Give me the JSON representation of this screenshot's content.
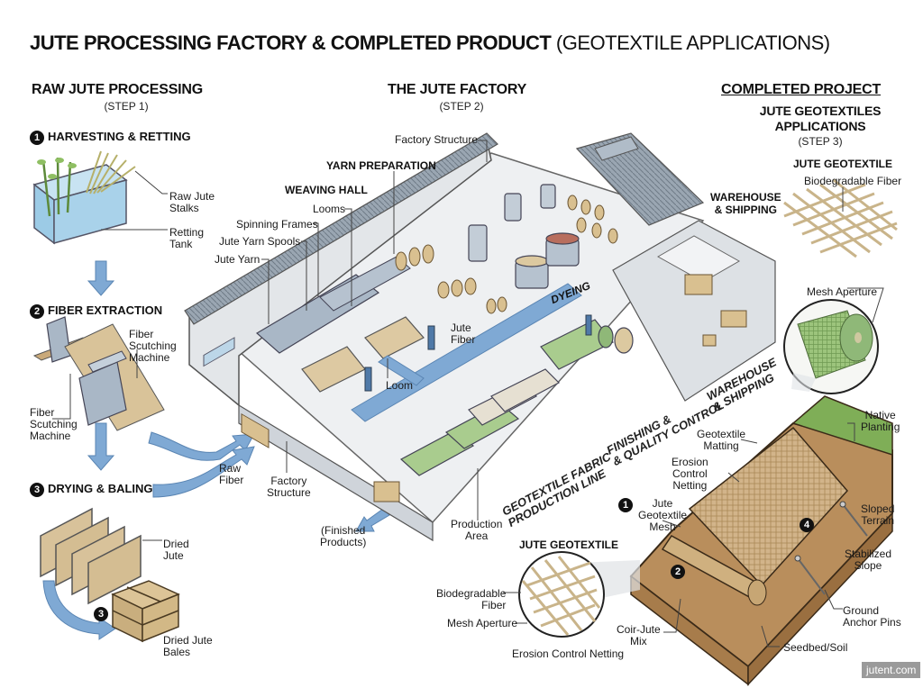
{
  "title": {
    "bold": "JUTE PROCESSING FACTORY & COMPLETED PRODUCT",
    "normal": "(GEOTEXTILE APPLICATIONS)"
  },
  "sections": {
    "raw": {
      "heading": "RAW JUTE PROCESSING",
      "step": "(STEP 1)"
    },
    "factory": {
      "heading": "THE JUTE FACTORY",
      "step": "(STEP 2)"
    },
    "completed": {
      "heading": "COMPLETED PROJECT",
      "subheading_line1": "JUTE GEOTEXTILES",
      "subheading_line2": "APPLICATIONS",
      "step": "(STEP 3)"
    }
  },
  "raw_steps": [
    {
      "num": "1",
      "label": "HARVESTING & RETTING"
    },
    {
      "num": "2",
      "label": "FIBER EXTRACTION"
    },
    {
      "num": "3",
      "label": "DRYING & BALING"
    }
  ],
  "raw_labels": {
    "raw_jute_stalks": "Raw Jute\nStalks",
    "retting_tank": "Retting\nTank",
    "fiber_scutching_1": "Fiber\nScutching\nMachine",
    "fiber_scutching_2": "Fiber\nScutching\nMachine",
    "dried_jute": "Dried\nJute",
    "dried_jute_bales": "Dried Jute\nBales",
    "bale_num": "3",
    "raw_fiber": "Raw\nFiber"
  },
  "factory_labels": {
    "factory_structure_top": "Factory Structure",
    "yarn_preparation": "YARN PREPARATION",
    "weaving_hall": "WEAVING HALL",
    "looms": "Looms",
    "spinning_frames": "Spinning Frames",
    "jute_yarn_spools": "Jute Yarn Spools",
    "jute_yarn": "Jute Yarn",
    "jute_fiber": "Jute\nFiber",
    "loom": "Loom",
    "dyeing": "DYEING",
    "warehouse_shipping": "WAREHOUSE\n& SHIPPING",
    "factory_structure_bottom": "Factory\nStructure",
    "finished_products": "(Finished\nProducts)",
    "production_area": "Production\nArea",
    "geotextile_line": "GEOTEXTILE FABRIC\nPRODUCTION LINE",
    "finishing_qc": "FINISHING &\n& QUALITY CONTROL",
    "warehouse_shipping_floor": "WAREHOUSE\n& SHIPPING"
  },
  "geotextile_top": {
    "heading": "JUTE GEOTEXTILE",
    "biodegradable_fiber": "Biodegradable Fiber",
    "mesh_aperture": "Mesh Aperture"
  },
  "slope_labels": {
    "native_planting": "Native\nPlanting",
    "geotextile_matting": "Geotextile\nMatting",
    "erosion_control_netting": "Erosion\nControl\nNetting",
    "jute_geotextile_mesh_num": "1",
    "jute_geotextile_mesh": "Jute\nGeotextile\nMesh",
    "sloped_terrain": "Sloped\nTerrain",
    "stabilized_slope": "Stabilized\nSlope",
    "marker_2": "2",
    "marker_4": "4",
    "coir_jute_mix": "Coir-Jute\nMix",
    "ground_anchor_pins": "Ground\nAnchor Pins",
    "seedbed_soil": "Seedbed/Soil"
  },
  "geotextile_detail": {
    "heading": "JUTE GEOTEXTILE",
    "biodegradable_fiber": "Biodegradable\nFiber",
    "mesh_aperture": "Mesh Aperture",
    "erosion_control_netting": "Erosion Control Netting"
  },
  "watermark": "jutent.com",
  "colors": {
    "arrow_blue": "#7fa9d4",
    "water_blue": "#a9d2ea",
    "jute_tan": "#d8c29a",
    "soil_brown": "#b98e5c",
    "grass_green": "#7fae57",
    "fabric_green": "#a9cc8e",
    "roof_gray": "#8e9aa6",
    "wall_gray": "#e3e6e9"
  }
}
